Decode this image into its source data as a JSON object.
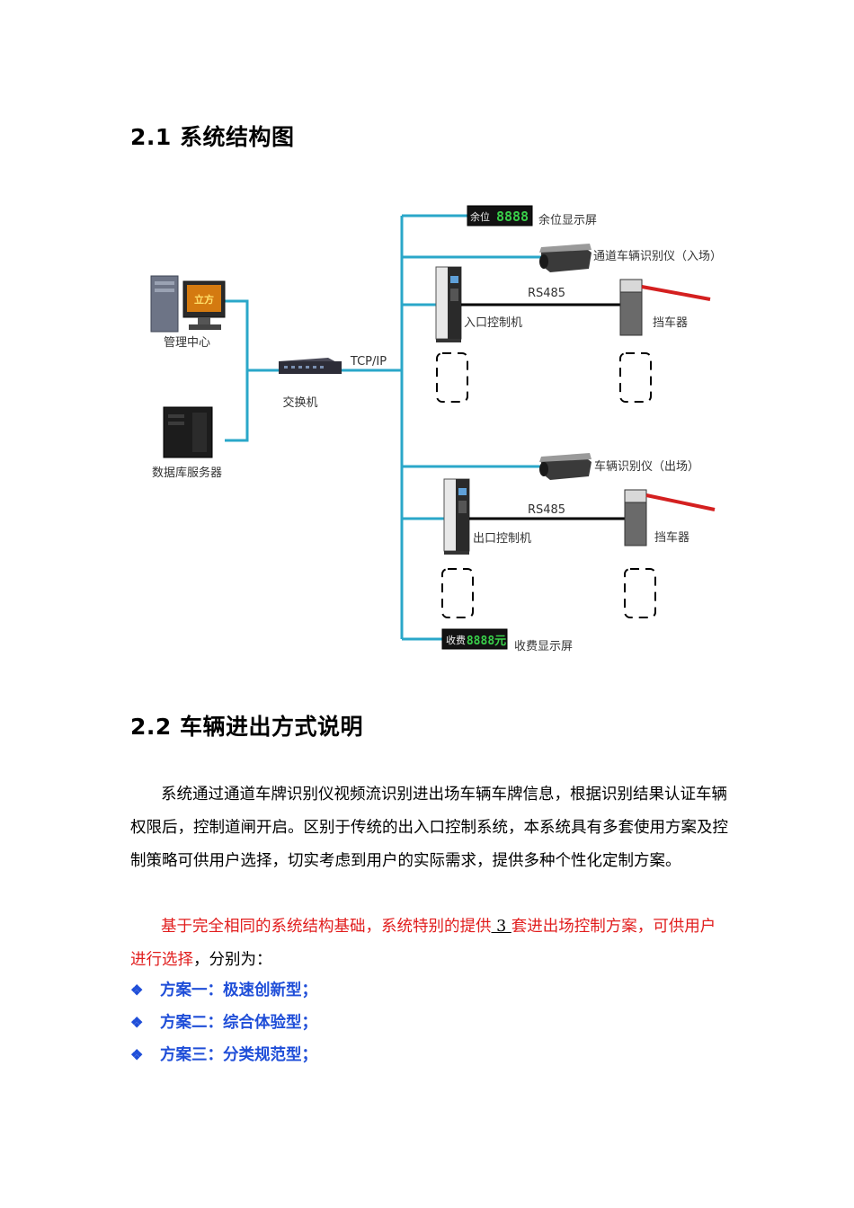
{
  "section_1": {
    "heading": "2.1 系统结构图"
  },
  "diagram": {
    "nodes": {
      "management": "管理中心",
      "database_server": "数据库服务器",
      "switch": "交换机",
      "tcp_ip": "TCP/IP",
      "remaining_display": "余位显示屏",
      "remaining_screen_text": "余位",
      "remaining_screen_digits": "8888",
      "camera_in": "通道车辆识别仪（入场）",
      "entry_controller": "入口控制机",
      "rs485_in": "RS485",
      "barrier_in": "挡车器",
      "camera_out": "车辆识别仪（出场）",
      "exit_controller": "出口控制机",
      "rs485_out": "RS485",
      "barrier_out": "挡车器",
      "fee_display": "收费显示屏",
      "fee_screen_text": "收费",
      "fee_screen_digits": "8888元",
      "monitor_logo": "立方"
    },
    "colors": {
      "line": "#2aa7c9",
      "barrier_arm": "#d42020",
      "digits": "#39d04a"
    }
  },
  "section_2": {
    "heading": "2.2 车辆进出方式说明",
    "paragraph_1": "系统通过通道车牌识别仪视频流识别进出场车辆车牌信息，根据识别结果认证车辆权限后，控制道闸开启。区别于传统的出入口控制系统，本系统具有多套使用方案及控制策略可供用户选择，切实考虑到用户的实际需求，提供多种个性化定制方案。",
    "paragraph_2_part1": "基于完全相同的系统结构基础，系统特别的提供",
    "paragraph_2_number": " 3 ",
    "paragraph_2_part2": "套进出场控制方案，可供用户进行选择",
    "paragraph_2_part3": "，分别为：",
    "bullet_symbol": "❖",
    "options": [
      "方案一：极速创新型；",
      "方案二：综合体验型；",
      "方案三：分类规范型；"
    ]
  },
  "colors": {
    "red_text": "#e11d1d",
    "blue_text": "#1f4ed8"
  }
}
